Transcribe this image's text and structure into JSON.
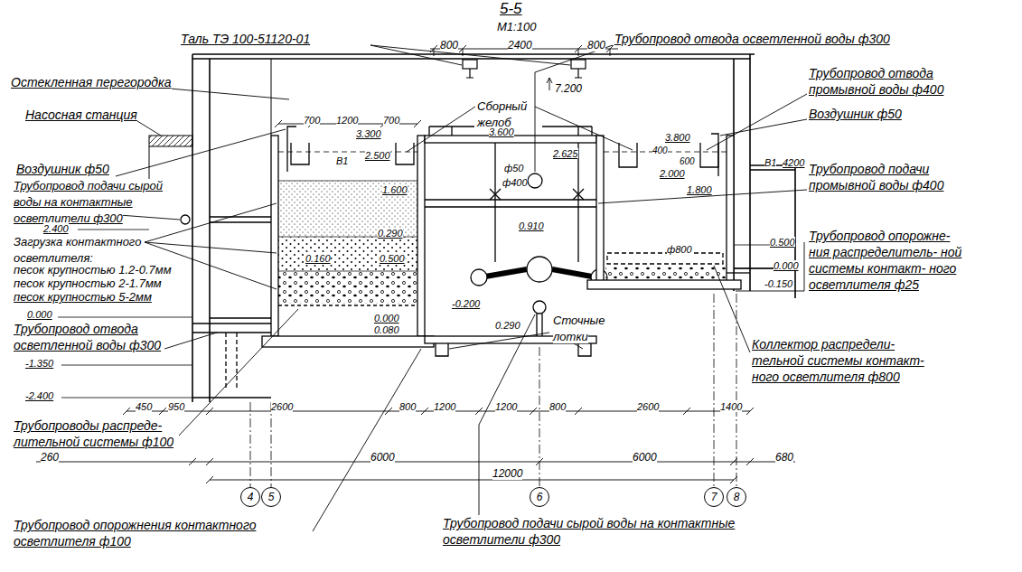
{
  "diagram": {
    "title": "5-5",
    "nodes": [
      {
        "text": [
          "4"
        ]
      },
      {
        "text": [
          "5"
        ]
      },
      {
        "text": [
          "6"
        ]
      },
      {
        "text": [
          "7"
        ]
      },
      {
        "text": [
          "8"
        ]
      }
    ],
    "labels": [
      "М1:100",
      "Таль ТЭ 100-51120-01",
      "800",
      "2400",
      "800",
      "Трубопровод отвода осветленной воды ф300",
      "Остекленная перегородка",
      "7.200",
      "Трубопровод отвода промывной воды ф400",
      "Насосная станция",
      "Воздушник ф50",
      "700",
      "1200",
      "700",
      "Сборный желоб",
      "3.300",
      "3.600",
      "3.800",
      "Воздушник ф50",
      "В1",
      "2.500",
      "2.625",
      "400",
      "600",
      "В1",
      "4200",
      "ф50",
      "2.000",
      "ф400",
      "Трубопровод подачи промывной воды ф400",
      "1.800",
      "Трубопровод подачи сырой воды на контактные осветлители ф300",
      "1.600",
      "0.290",
      "0.910",
      "2.400",
      "Загрузка контактного осветлителя:",
      "песок крупностью 1.2-0.7мм",
      "песок крупностью 2-1.7мм",
      "песок крупностью 5-2мм",
      "0.160",
      "0.500",
      "0.500",
      "ф800",
      "0.000",
      "-0.150",
      "Трубопровод опорожне- ния распределитель- ной системы контакт- ного осветлителя ф25",
      "0.000",
      "0.000",
      "0.080",
      "-0.200",
      "0.290",
      "Сточные лотки",
      "Трубопровод отвода осветленной воды ф300",
      "-1.350",
      "Коллектор распредели- тельной системы контакт- ного осветлителя ф800",
      "-2.400",
      "450",
      "950",
      "2600",
      "800",
      "1200",
      "1200",
      "800",
      "2600",
      "1400",
      "Трубопроводы распреде- лительной системы ф100",
      "260",
      "6000",
      "6000",
      "680",
      "12000",
      "Трубопровод опорожнения контактного осветлителя ф100",
      "Трубопровод подачи сырой воды на контактные осветлители ф300"
    ]
  }
}
